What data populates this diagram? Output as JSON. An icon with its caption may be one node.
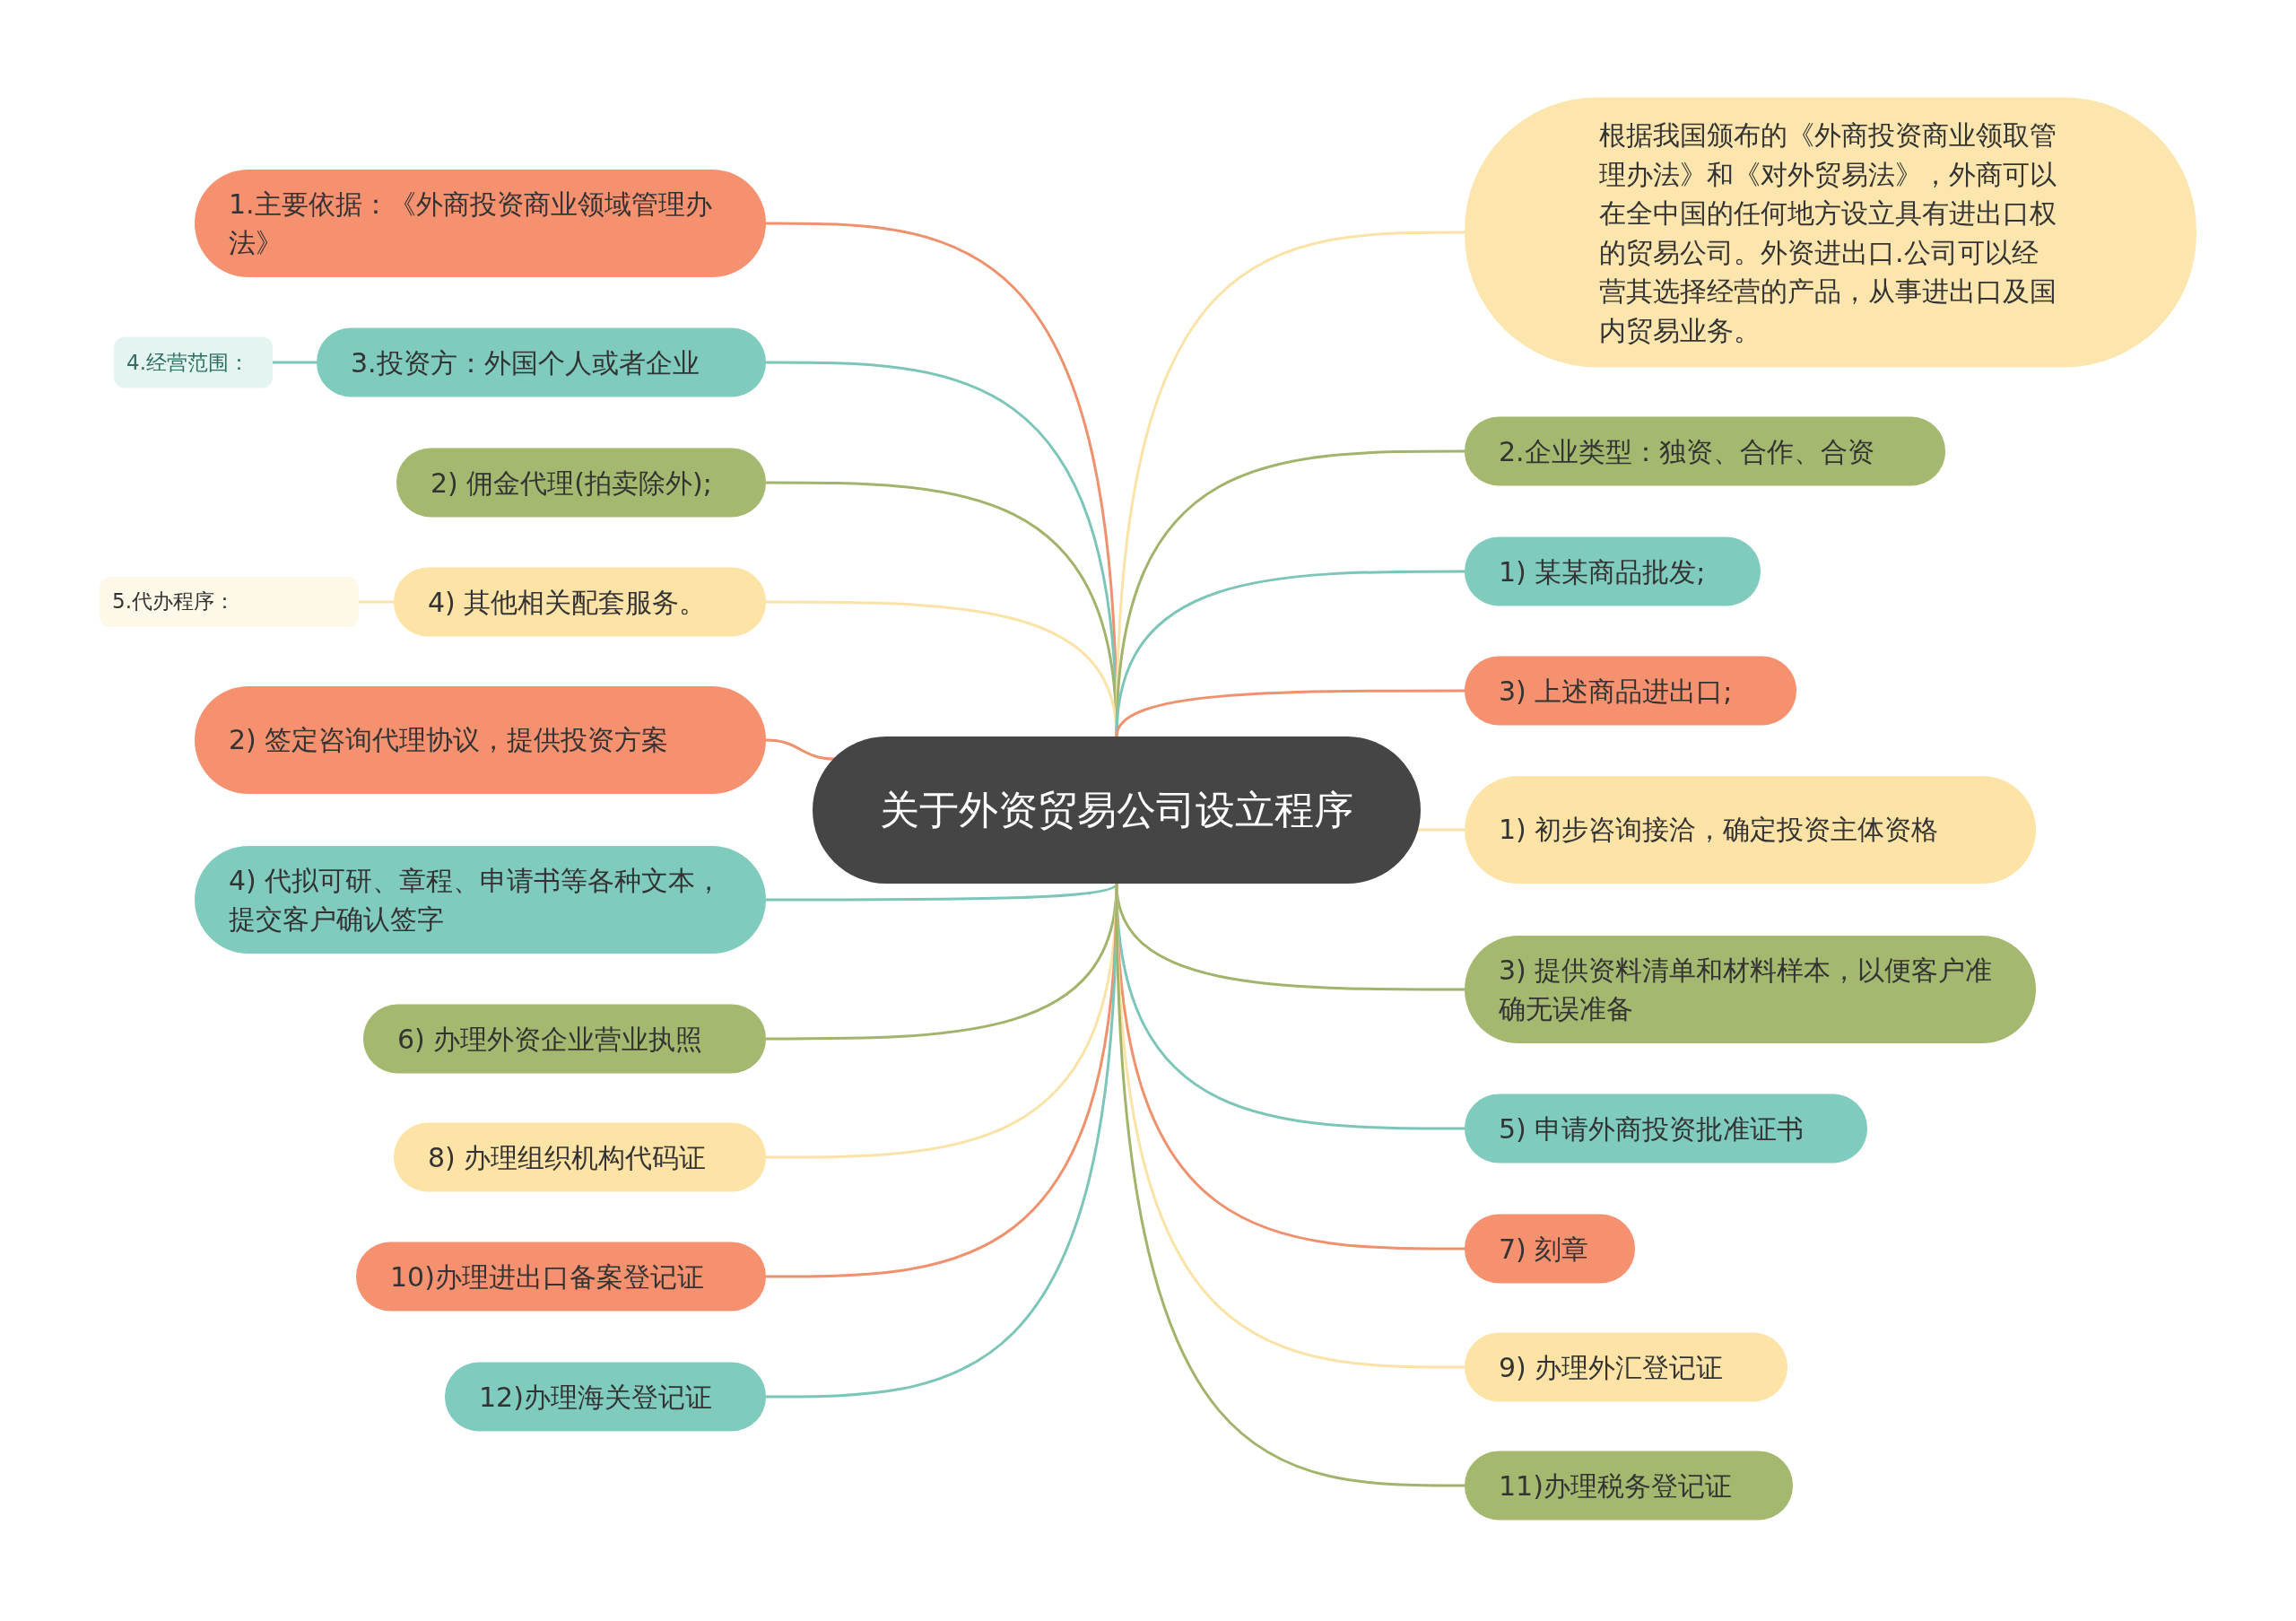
{
  "diagram": {
    "nodes": [
      {
        "text": [
          "关于外资贸易公司设立程序"
        ]
      },
      {
        "text": [
          "1.主要依据：《外商投资商业领域管理办法》"
        ]
      },
      {
        "text": [
          "4.经营范围："
        ]
      },
      {
        "text": [
          "3.投资方：外国个人或者企业"
        ]
      },
      {
        "text": [
          "2) 佣金代理(拍卖除外);"
        ]
      },
      {
        "text": [
          "5.代办程序："
        ]
      },
      {
        "text": [
          "4) 其他相关配套服务。"
        ]
      },
      {
        "text": [
          "2) 签定咨询代理协议，提供投资方案"
        ]
      },
      {
        "text": [
          "4) 代拟可研、章程、申请书等各种文本，提交客户确认签字"
        ]
      },
      {
        "text": [
          "6) 办理外资企业营业执照"
        ]
      },
      {
        "text": [
          "8) 办理组织机构代码证"
        ]
      },
      {
        "text": [
          "10)办理进出口备案登记证"
        ]
      },
      {
        "text": [
          "12)办理海关登记证"
        ]
      },
      {
        "text": [
          "根据我国颁布的《外商投资商业领取管理办法》和《对外贸易法》，外商可以在全中国的任何地方设立具有进出口权的贸易公司。外资进出口.公司可以经营其选择经营的产品，从事进出口及国内贸易业务。"
        ]
      },
      {
        "text": [
          "2.企业类型：独资、合作、合资"
        ]
      },
      {
        "text": [
          "1) 某某商品批发;"
        ]
      },
      {
        "text": [
          "3) 上述商品进出口;"
        ]
      },
      {
        "text": [
          "1) 初步咨询接洽，确定投资主体资格"
        ]
      },
      {
        "text": [
          "3) 提供资料清单和材料样本，以便客户准确无误准备"
        ]
      },
      {
        "text": [
          "5) 申请外商投资批准证书"
        ]
      },
      {
        "text": [
          "7) 刻章"
        ]
      },
      {
        "text": [
          "9) 办理外汇登记证"
        ]
      },
      {
        "text": [
          "11)办理税务登记证"
        ]
      }
    ],
    "edges": [
      {
        "from": 0,
        "to": 1,
        "arrow": "none",
        "color": "#f0916d"
      },
      {
        "from": 2,
        "to": 3,
        "arrow": "none",
        "color": "#7cc6b9"
      },
      {
        "from": 0,
        "to": 3,
        "arrow": "none",
        "color": "#7cc6b9"
      },
      {
        "from": 0,
        "to": 4,
        "arrow": "none",
        "color": "#a2b46b"
      },
      {
        "from": 5,
        "to": 6,
        "arrow": "none",
        "color": "#fbe3a8"
      },
      {
        "from": 0,
        "to": 6,
        "arrow": "none",
        "color": "#fbe3a8"
      },
      {
        "from": 0,
        "to": 7,
        "arrow": "none",
        "color": "#f0916d"
      },
      {
        "from": 0,
        "to": 8,
        "arrow": "none",
        "color": "#7cc6b9"
      },
      {
        "from": 0,
        "to": 9,
        "arrow": "none",
        "color": "#a2b46b"
      },
      {
        "from": 0,
        "to": 10,
        "arrow": "none",
        "color": "#fbe3a8"
      },
      {
        "from": 0,
        "to": 11,
        "arrow": "none",
        "color": "#f0916d"
      },
      {
        "from": 0,
        "to": 12,
        "arrow": "none",
        "color": "#7cc6b9"
      },
      {
        "from": 0,
        "to": 13,
        "arrow": "none",
        "color": "#fbe3a8"
      },
      {
        "from": 0,
        "to": 14,
        "arrow": "none",
        "color": "#a2b46b"
      },
      {
        "from": 0,
        "to": 15,
        "arrow": "none",
        "color": "#7cc6b9"
      },
      {
        "from": 0,
        "to": 16,
        "arrow": "none",
        "color": "#f0916d"
      },
      {
        "from": 0,
        "to": 17,
        "arrow": "none",
        "color": "#fbe3a8"
      },
      {
        "from": 0,
        "to": 18,
        "arrow": "none",
        "color": "#a2b46b"
      },
      {
        "from": 0,
        "to": 19,
        "arrow": "none",
        "color": "#7cc6b9"
      },
      {
        "from": 0,
        "to": 20,
        "arrow": "none",
        "color": "#f0916d"
      },
      {
        "from": 0,
        "to": 21,
        "arrow": "none",
        "color": "#fbe3a8"
      },
      {
        "from": 0,
        "to": 22,
        "arrow": "none",
        "color": "#a2b46b"
      }
    ]
  }
}
